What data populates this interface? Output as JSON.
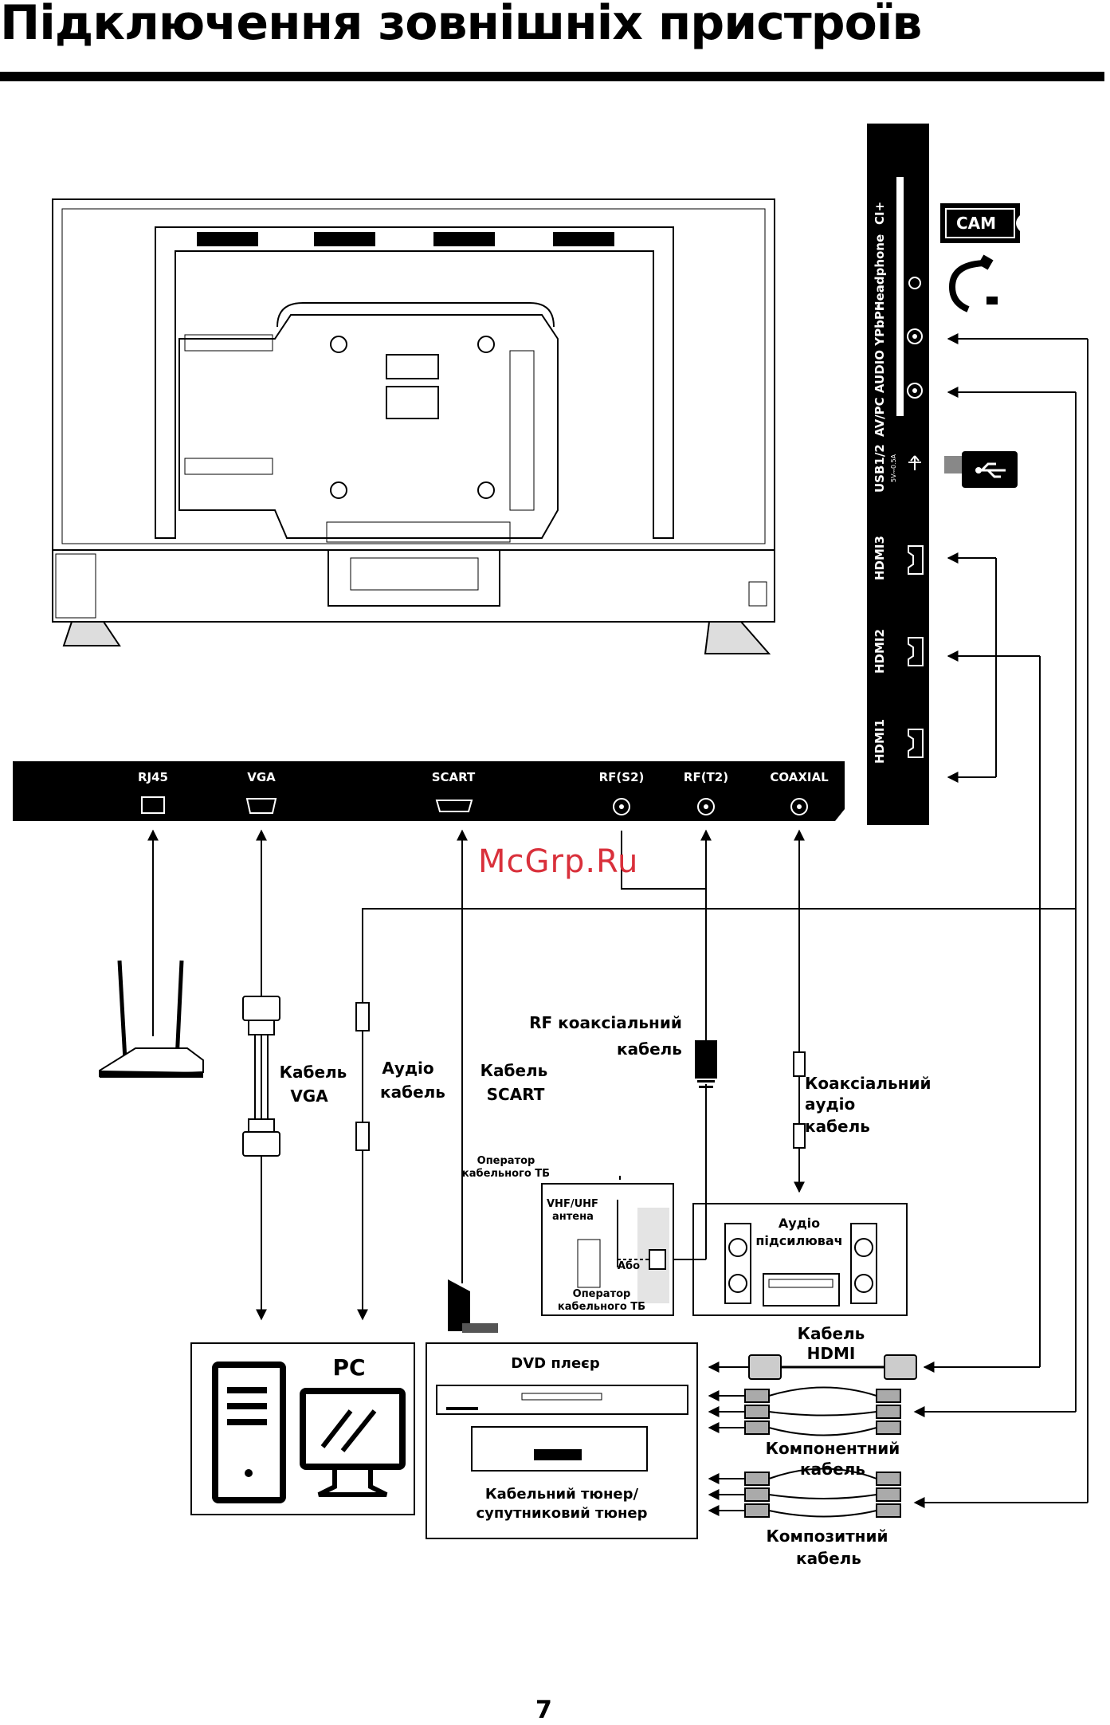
{
  "title": "Підключення зовнішніх пристроїв",
  "page_number": "7",
  "watermark": "McGrp.Ru",
  "side_panel": {
    "ports": [
      "CI+",
      "Headphone",
      "AV/PC AUDIO YPbPr",
      "USB1/2",
      "5V⎓0.5A",
      "HDMI3",
      "HDMI2",
      "HDMI1"
    ]
  },
  "cam_label": "CAM",
  "bottom_panel": {
    "ports": [
      "RJ45",
      "VGA",
      "SCART",
      "RF(S2)",
      "RF(T2)",
      "COAXIAL"
    ]
  },
  "labels": {
    "vga_cable_1": "Кабель",
    "vga_cable_2": "VGA",
    "audio_cable_1": "Аудіо",
    "audio_cable_2": "кабель",
    "scart_cable_1": "Кабель",
    "scart_cable_2": "SCART",
    "rf_cable_1": "RF коаксіальний",
    "rf_cable_2": "кабель",
    "coax_audio_1": "Коаксіальний",
    "coax_audio_2": "аудіо",
    "coax_audio_3": "кабель",
    "operator_top_1": "Оператор",
    "operator_top_2": "кабельного ТБ",
    "antenna_1": "VHF/UHF",
    "antenna_2": "антена",
    "or": "Або",
    "operator_bottom_1": "Оператор",
    "operator_bottom_2": "кабельного ТБ",
    "amp_1": "Аудіо",
    "amp_2": "підсилювач",
    "pc": "PC",
    "dvd": "DVD плеєр",
    "tuner_1": "Кабельний тюнер/",
    "tuner_2": "супутниковий тюнер",
    "hdmi_cable_1": "Кабель",
    "hdmi_cable_2": "HDMI",
    "component_1": "Компонентний",
    "component_2": "кабель",
    "composite_1": "Композитний",
    "composite_2": "кабель"
  }
}
